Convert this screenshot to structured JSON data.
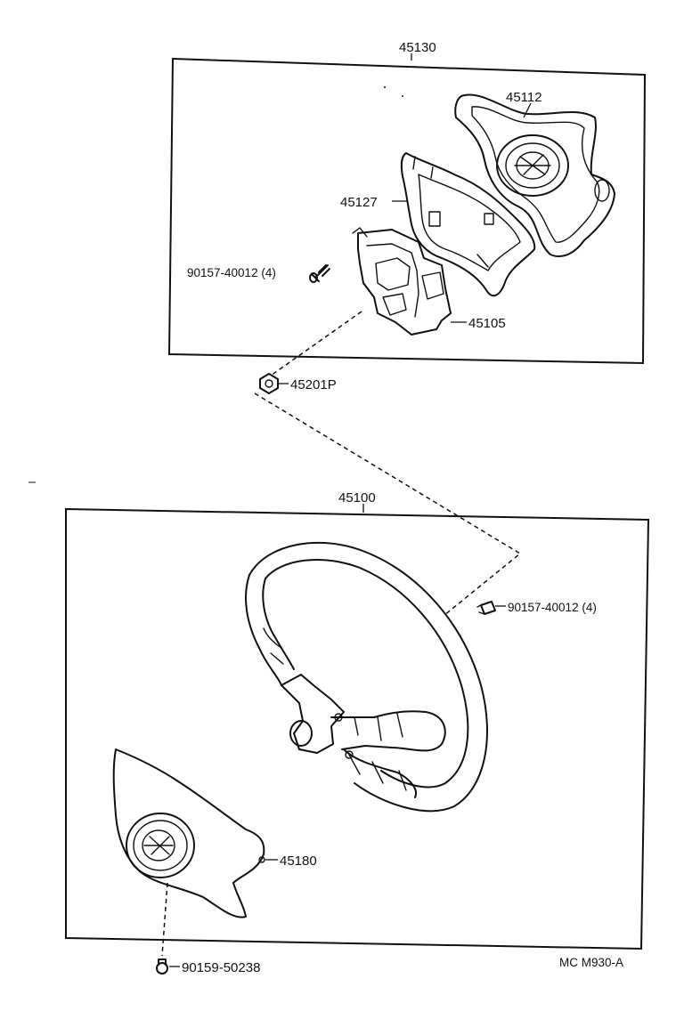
{
  "parts": {
    "cover_assy": "45130",
    "pad_45112": "45112",
    "insert_45127": "45127",
    "bracket_45105": "45105",
    "screw_upper": "90157-40012 (4)",
    "nut": "45201P",
    "wheel_assy": "45100",
    "screw_lower_right": "90157-40012 (4)",
    "pad_45180": "45180",
    "screw_bottom": "90159-50238"
  },
  "ref_code": "MC M930-A"
}
